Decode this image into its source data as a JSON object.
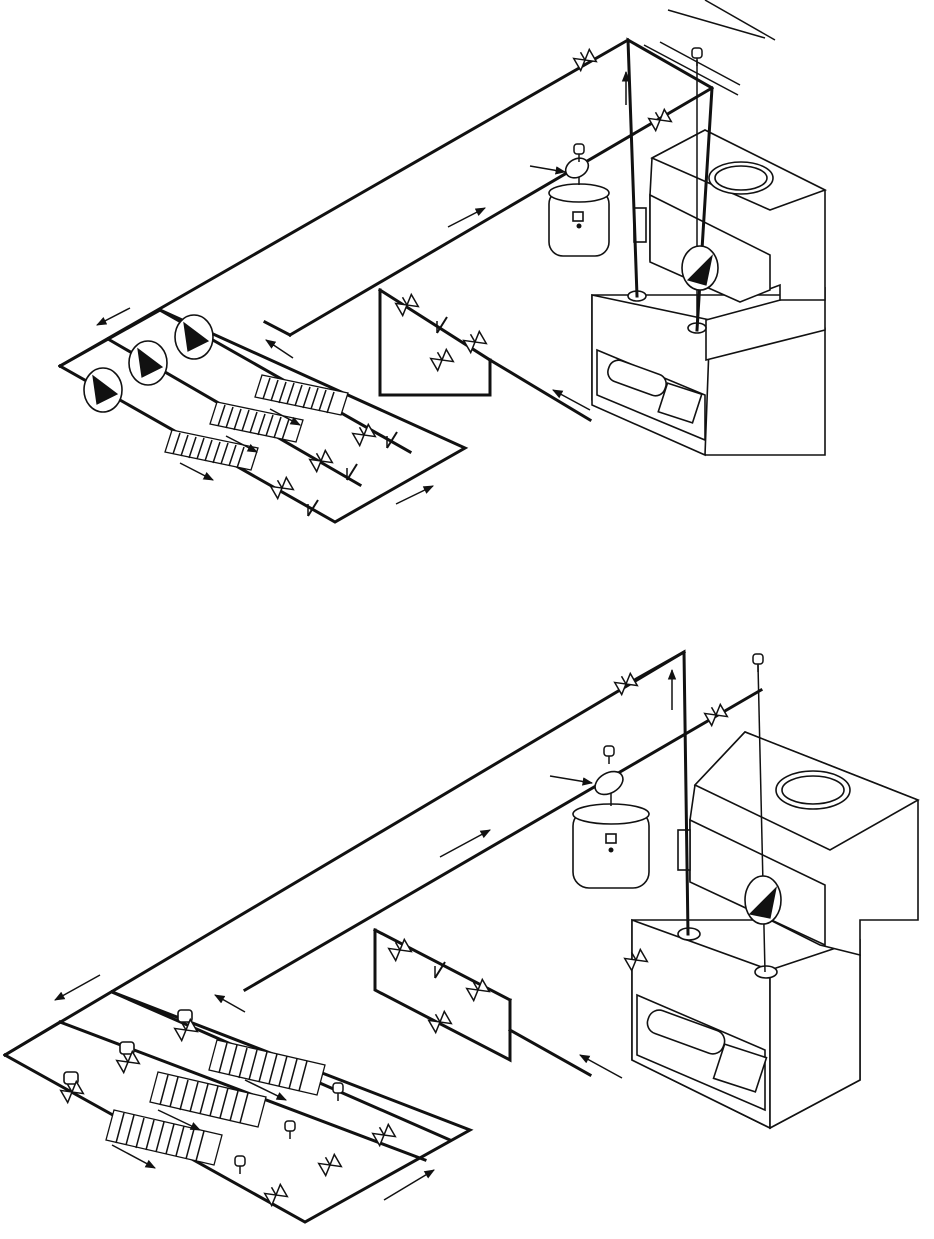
{
  "diagrams": [
    {
      "id": "upper",
      "description": "",
      "pumps_on_branches": 3,
      "coils": 3,
      "branches": 3
    },
    {
      "id": "lower",
      "description": "",
      "valves_on_branches": 3,
      "coils": 3,
      "branches": 3
    }
  ],
  "style": {
    "ink": "#111111",
    "paper": "#ffffff"
  }
}
